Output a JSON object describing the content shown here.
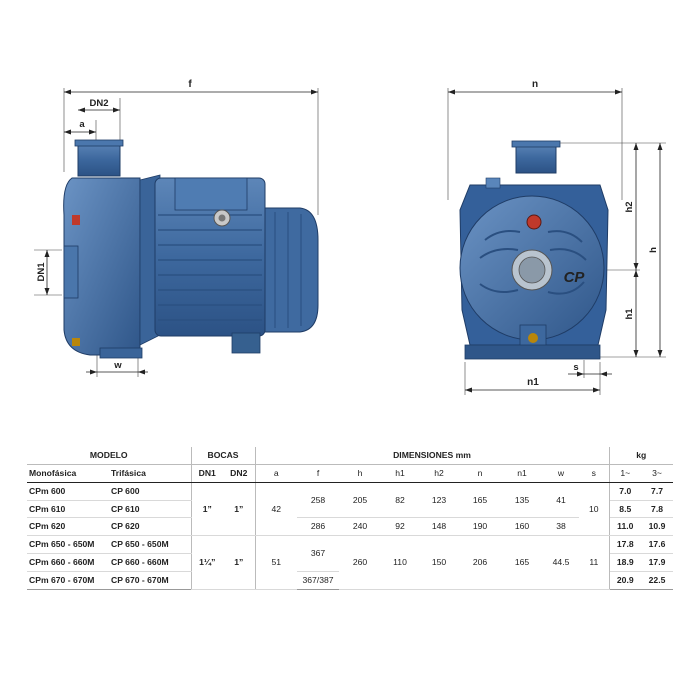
{
  "drawing": {
    "side_view": {
      "f": "f",
      "dn2": "DN2",
      "a": "a",
      "dn1": "DN1",
      "w": "w"
    },
    "front_view": {
      "n": "n",
      "h2": "h2",
      "h": "h",
      "h1": "h1",
      "n1": "n1",
      "s": "s",
      "logo": "CP"
    }
  },
  "table": {
    "groups": {
      "modelo": "MODELO",
      "bocas": "BOCAS",
      "dimensiones": "DIMENSIONES mm",
      "kg": "kg"
    },
    "cols": {
      "monofasica": "Monofásica",
      "trifasica": "Trifásica",
      "dn1": "DN1",
      "dn2": "DN2",
      "a": "a",
      "f": "f",
      "h": "h",
      "h1": "h1",
      "h2": "h2",
      "n": "n",
      "n1": "n1",
      "w": "w",
      "s": "s",
      "w1": "1~",
      "w3": "3~"
    },
    "rows": [
      {
        "mono": "CPm 600",
        "tri": "CP 600",
        "kg1": "7.0",
        "kg3": "7.7"
      },
      {
        "mono": "CPm 610",
        "tri": "CP 610",
        "kg1": "8.5",
        "kg3": "7.8"
      },
      {
        "mono": "CPm 620",
        "tri": "CP 620",
        "kg1": "11.0",
        "kg3": "10.9"
      },
      {
        "mono": "CPm 650 - 650M",
        "tri": "CP 650 - 650M",
        "kg1": "17.8",
        "kg3": "17.6"
      },
      {
        "mono": "CPm 660 - 660M",
        "tri": "CP 660 - 660M",
        "kg1": "18.9",
        "kg3": "17.9"
      },
      {
        "mono": "CPm 670 - 670M",
        "tri": "CP 670 - 670M",
        "kg1": "20.9",
        "kg3": "22.5"
      }
    ],
    "group_a": {
      "dn1": "1”",
      "dn2": "1”",
      "a": "42",
      "s": "10",
      "f1": "258",
      "f2": "286",
      "r1": {
        "h": "205",
        "h1": "82",
        "h2": "123",
        "n": "165",
        "n1": "135",
        "w": "41"
      },
      "r2": {
        "h": "240",
        "h1": "92",
        "h2": "148",
        "n": "190",
        "n1": "160",
        "w": "38"
      }
    },
    "group_b": {
      "dn1": "1¼”",
      "dn2": "1”",
      "a": "51",
      "f1": "367",
      "f2": "367/387",
      "h": "260",
      "h1": "110",
      "h2": "150",
      "n": "206",
      "n1": "165",
      "w": "44.5",
      "s": "11"
    }
  }
}
